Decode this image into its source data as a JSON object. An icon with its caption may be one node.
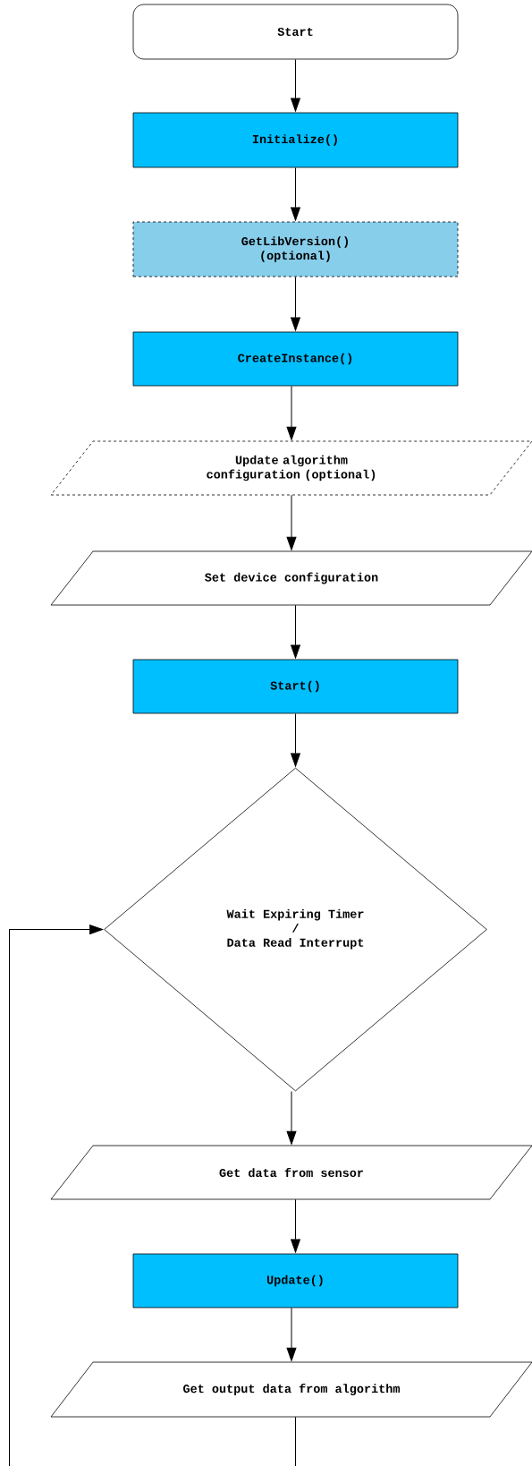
{
  "diagram": {
    "nodes": [
      {
        "text": [
          "Start"
        ]
      },
      {
        "text": [
          "Initialize()"
        ]
      },
      {
        "text": [
          "GetLibVersion() (optional)"
        ]
      },
      {
        "text": [
          "CreateInstance()"
        ]
      },
      {
        "text": [
          "Update algorithm configuration (optional)"
        ]
      },
      {
        "text": [
          "Set device configuration"
        ]
      },
      {
        "text": [
          "Start()"
        ]
      },
      {
        "text": [
          "Wait Expiring Timer",
          "/",
          "Data Read Interrupt"
        ]
      },
      {
        "text": [
          "Get data from sensor"
        ]
      },
      {
        "text": [
          "Update()"
        ]
      },
      {
        "text": [
          "Get output data from algorithm"
        ]
      }
    ],
    "edges": [
      {
        "from": 0,
        "to": 1,
        "arrow": "to"
      },
      {
        "from": 1,
        "to": 2,
        "arrow": "to"
      },
      {
        "from": 2,
        "to": 3,
        "arrow": "to"
      },
      {
        "from": 3,
        "to": 4,
        "arrow": "to"
      },
      {
        "from": 4,
        "to": 5,
        "arrow": "to"
      },
      {
        "from": 5,
        "to": 6,
        "arrow": "to"
      },
      {
        "from": 6,
        "to": 7,
        "arrow": "to"
      },
      {
        "from": 7,
        "to": 8,
        "arrow": "to"
      },
      {
        "from": 8,
        "to": 9,
        "arrow": "to"
      },
      {
        "from": 9,
        "to": 10,
        "arrow": "to"
      },
      {
        "from": 10,
        "to": 7,
        "arrow": "to"
      }
    ]
  }
}
